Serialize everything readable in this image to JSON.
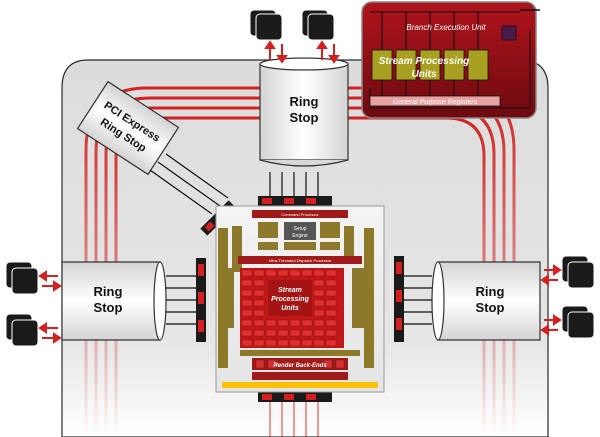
{
  "ring_stops": {
    "top": {
      "line1": "Ring",
      "line2": "Stop"
    },
    "left": {
      "line1": "Ring",
      "line2": "Stop"
    },
    "right": {
      "line1": "Ring",
      "line2": "Stop"
    },
    "pci": {
      "line1": "PCI Express",
      "line2": "Ring Stop"
    }
  },
  "inset": {
    "branch_unit": "Branch Execution Unit",
    "stream_units_line1": "Stream Processing",
    "stream_units_line2": "Units",
    "gpr": "General Purpose Registers"
  },
  "chip": {
    "command_processor": "Command Processor",
    "setup_engine_line1": "Setup",
    "setup_engine_line2": "Engine",
    "dispatch": "Ultra-Threaded Dispatch Processor",
    "stream_units_line1": "Stream",
    "stream_units_line2": "Processing",
    "stream_units_line3": "Units",
    "render_backends": "Render Back-Ends"
  },
  "colors": {
    "ring_red": "#d42020",
    "ring_light": "#f7b8b8",
    "inset_bg": "#8e0f16",
    "module": "#ffc000",
    "gold": "#8c7a2a"
  }
}
